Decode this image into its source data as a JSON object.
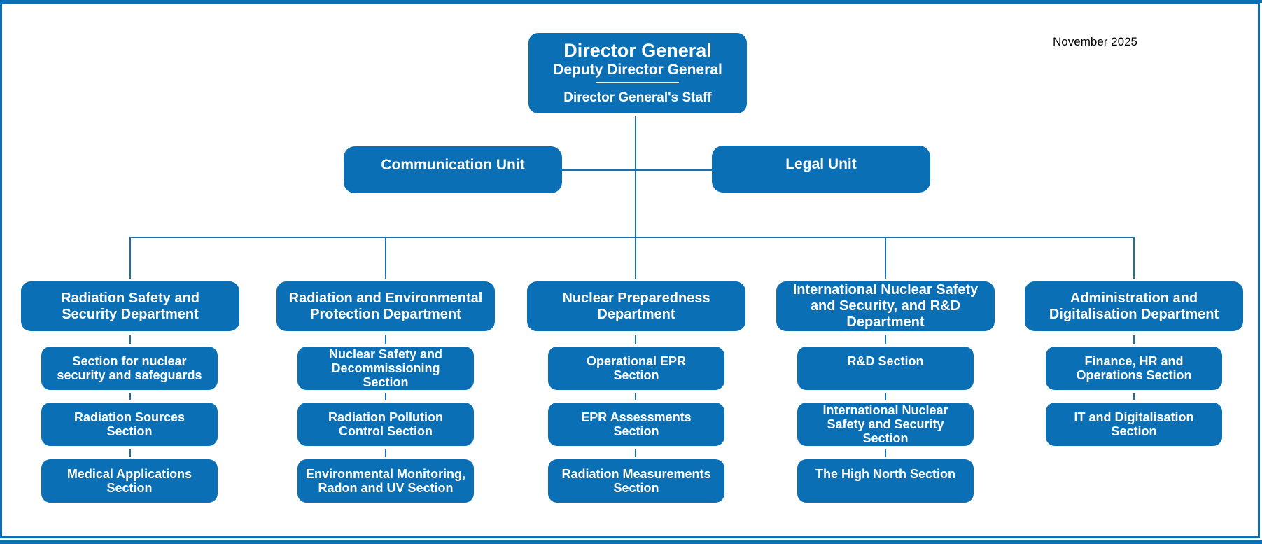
{
  "meta": {
    "date": "November 2025",
    "accent_blue": "#0b6fb5",
    "box_text_color": "#ffffff"
  },
  "root": {
    "title": "Director General",
    "subtitle": "Deputy Director General",
    "staff": "Director General's Staff"
  },
  "units": [
    {
      "label": "Communication Unit"
    },
    {
      "label": "Legal Unit"
    }
  ],
  "departments": [
    {
      "label": "Radiation Safety and\nSecurity Department",
      "sections": [
        {
          "label": "Section for nuclear\nsecurity and safeguards"
        },
        {
          "label": "Radiation Sources\nSection"
        },
        {
          "label": "Medical Applications\nSection"
        }
      ]
    },
    {
      "label": "Radiation and Environmental\nProtection Department",
      "sections": [
        {
          "label": "Nuclear Safety and\nDecommissioning\nSection"
        },
        {
          "label": "Radiation Pollution\nControl Section"
        },
        {
          "label": "Environmental Monitoring,\nRadon and UV Section"
        }
      ]
    },
    {
      "label": "Nuclear Preparedness\nDepartment",
      "sections": [
        {
          "label": "Operational EPR\nSection"
        },
        {
          "label": "EPR Assessments\nSection"
        },
        {
          "label": "Radiation Measurements\nSection"
        }
      ]
    },
    {
      "label": "International Nuclear Safety\nand Security, and R&D\nDepartment",
      "sections": [
        {
          "label": "R&D Section"
        },
        {
          "label": "International Nuclear\nSafety and Security\nSection"
        },
        {
          "label": "The High North Section"
        }
      ]
    },
    {
      "label": "Administration and\nDigitalisation Department",
      "sections": [
        {
          "label": "Finance, HR and\nOperations Section"
        },
        {
          "label": "IT and Digitalisation\nSection"
        }
      ]
    }
  ]
}
